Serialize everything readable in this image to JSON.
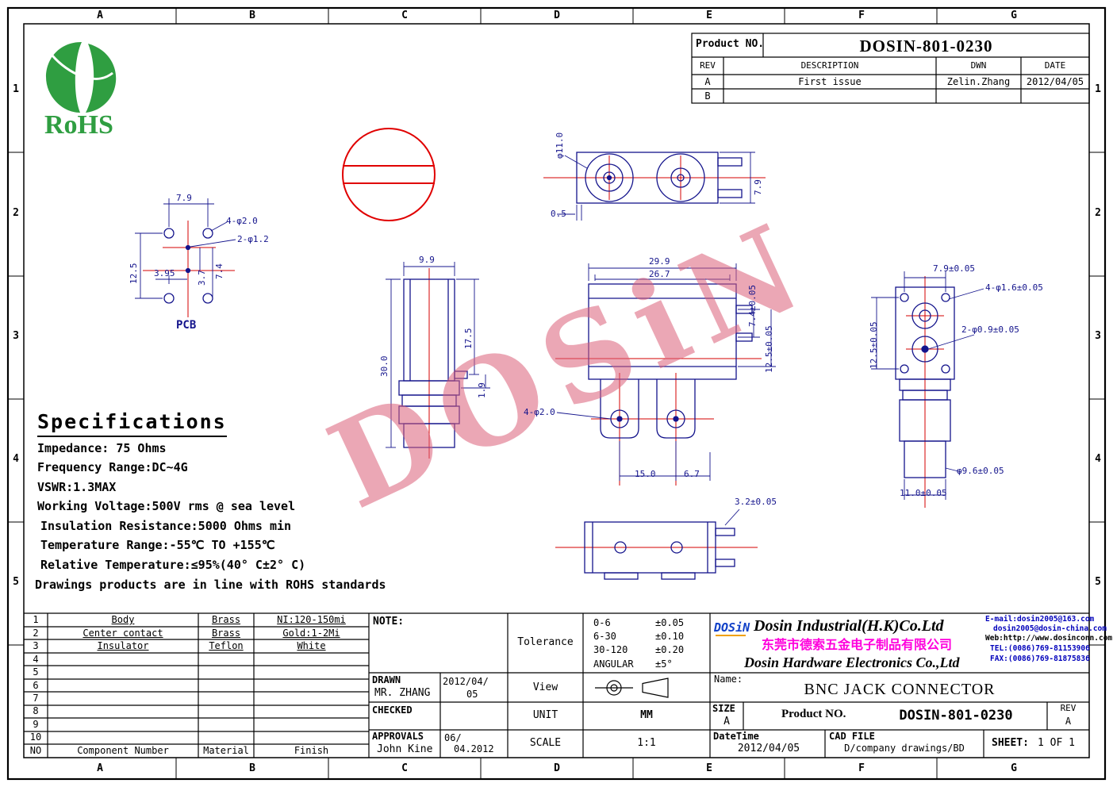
{
  "colors": {
    "line_navy": "#14148c",
    "centerline_red": "#d40000",
    "watermark_pink": "#db5f78",
    "rohs_green": "#2f9e41",
    "company_magenta": "#ff00dd",
    "contact_blue": "#0000bb"
  },
  "grid": {
    "cols": [
      "A",
      "B",
      "C",
      "D",
      "E",
      "F",
      "G"
    ],
    "rows": [
      "1",
      "2",
      "3",
      "4",
      "5"
    ]
  },
  "rohs_label": "RoHS",
  "watermark": "DOSiN",
  "header": {
    "product_no_label": "Product NO.",
    "product_no": "DOSIN-801-0230",
    "rev_headers": [
      "REV",
      "DESCRIPTION",
      "DWN",
      "DATE"
    ],
    "revisions": [
      {
        "rev": "A",
        "description": "First issue",
        "dwn": "Zelin.Zhang",
        "date": "2012/04/05"
      },
      {
        "rev": "B",
        "description": "",
        "dwn": "",
        "date": ""
      }
    ]
  },
  "specifications": {
    "title": "Specifications",
    "lines": [
      "Impedance: 75 Ohms",
      "Frequency Range:DC~4G",
      "VSWR:1.3MAX",
      "Working Voltage:500V rms @ sea level",
      "Insulation Resistance:5000 Ohms min",
      "Temperature Range:-55℃ TO +155℃",
      "Relative Temperature:≤95%(40° C±2° C)",
      "Drawings products are in line with ROHS standards"
    ]
  },
  "views": {
    "pcb": {
      "label": "PCB",
      "d1": "7.9",
      "d2": "4-φ2.0",
      "d3": "2-φ1.2",
      "d4": "12.5",
      "d5": "3.95",
      "d6": "3.7",
      "d7": "7.4"
    },
    "top": {
      "d1": "φ11.0",
      "d2": "7.9",
      "d3": "0.5"
    },
    "side": {
      "d1": "9.9",
      "d2": "30.0",
      "d3": "17.5",
      "d4": "1.9"
    },
    "front": {
      "d1": "29.9",
      "d2": "26.7",
      "d3": "7.4±0.05",
      "d4": "12.5±0.05",
      "d5": "4-φ2.0",
      "d6": "15.0",
      "d7": "6.7"
    },
    "right": {
      "d1": "7.9±0.05",
      "d2": "4-φ1.6±0.05",
      "d3": "2-φ0.9±0.05",
      "d4": "12.5±0.05",
      "d5": "φ9.6±0.05",
      "d6": "11.0±0.05"
    },
    "bottom": {
      "d1": "3.2±0.05"
    }
  },
  "bom": {
    "rows": [
      {
        "no": "1",
        "component": "Body",
        "material": "Brass",
        "finish": "NI:120-150mi"
      },
      {
        "no": "2",
        "component": "Center contact",
        "material": "Brass",
        "finish": "Gold:1-2Mi"
      },
      {
        "no": "3",
        "component": "Insulator",
        "material": "Teflon",
        "finish": "White"
      },
      {
        "no": "4",
        "component": "",
        "material": "",
        "finish": ""
      },
      {
        "no": "5",
        "component": "",
        "material": "",
        "finish": ""
      },
      {
        "no": "6",
        "component": "",
        "material": "",
        "finish": ""
      },
      {
        "no": "7",
        "component": "",
        "material": "",
        "finish": ""
      },
      {
        "no": "8",
        "component": "",
        "material": "",
        "finish": ""
      },
      {
        "no": "9",
        "component": "",
        "material": "",
        "finish": ""
      },
      {
        "no": "10",
        "component": "",
        "material": "",
        "finish": ""
      },
      {
        "no": "NO",
        "component": "Component Number",
        "material": "Material",
        "finish": "Finish"
      }
    ]
  },
  "titleblock": {
    "note_label": "NOTE:",
    "drawn_label": "DRAWN",
    "drawn_name": "MR. ZHANG",
    "drawn_date_1": "2012/04/",
    "drawn_date_2": "05",
    "checked_label": "CHECKED",
    "approvals_label": "APPROVALS",
    "approvals_name": "John Kine",
    "approvals_date_1": "06/",
    "approvals_date_2": "04.2012",
    "tolerance_label": "Tolerance",
    "tolerances": [
      {
        "range": "0-6",
        "value": "±0.05"
      },
      {
        "range": "6-30",
        "value": "±0.10"
      },
      {
        "range": "30-120",
        "value": "±0.20"
      },
      {
        "range": "ANGULAR",
        "value": "±5°"
      }
    ],
    "view_label": "View",
    "unit_label": "UNIT",
    "unit_value": "MM",
    "scale_label": "SCALE",
    "scale_value": "1:1",
    "company_logo": "DOSiN",
    "company_name_hk": "Dosin Industrial(H.K)Co.Ltd",
    "company_name_cn": "东莞市德索五金电子制品有限公司",
    "company_name_hw": "Dosin Hardware Electronics Co.,Ltd",
    "contact_lines": [
      "E-mail:dosin2005@163.com",
      "dosin2005@dosin-china.com",
      "Web:http://www.dosinconn.com",
      "TEL:(0086)769-81153906",
      "FAX:(0086)769-81875836"
    ],
    "name_label": "Name:",
    "name_value": "BNC JACK CONNECTOR",
    "size_label": "SIZE",
    "size_value": "A",
    "product_label": "Product NO.",
    "product_value": "DOSIN-801-0230",
    "rev_label": "REV",
    "rev_value": "A",
    "datetime_label": "DateTime",
    "datetime_value": "2012/04/05",
    "cadfile_label": "CAD FILE",
    "cadfile_value": "D/company drawings/BD",
    "sheet_label": "SHEET:",
    "sheet_value": "1 OF 1"
  }
}
